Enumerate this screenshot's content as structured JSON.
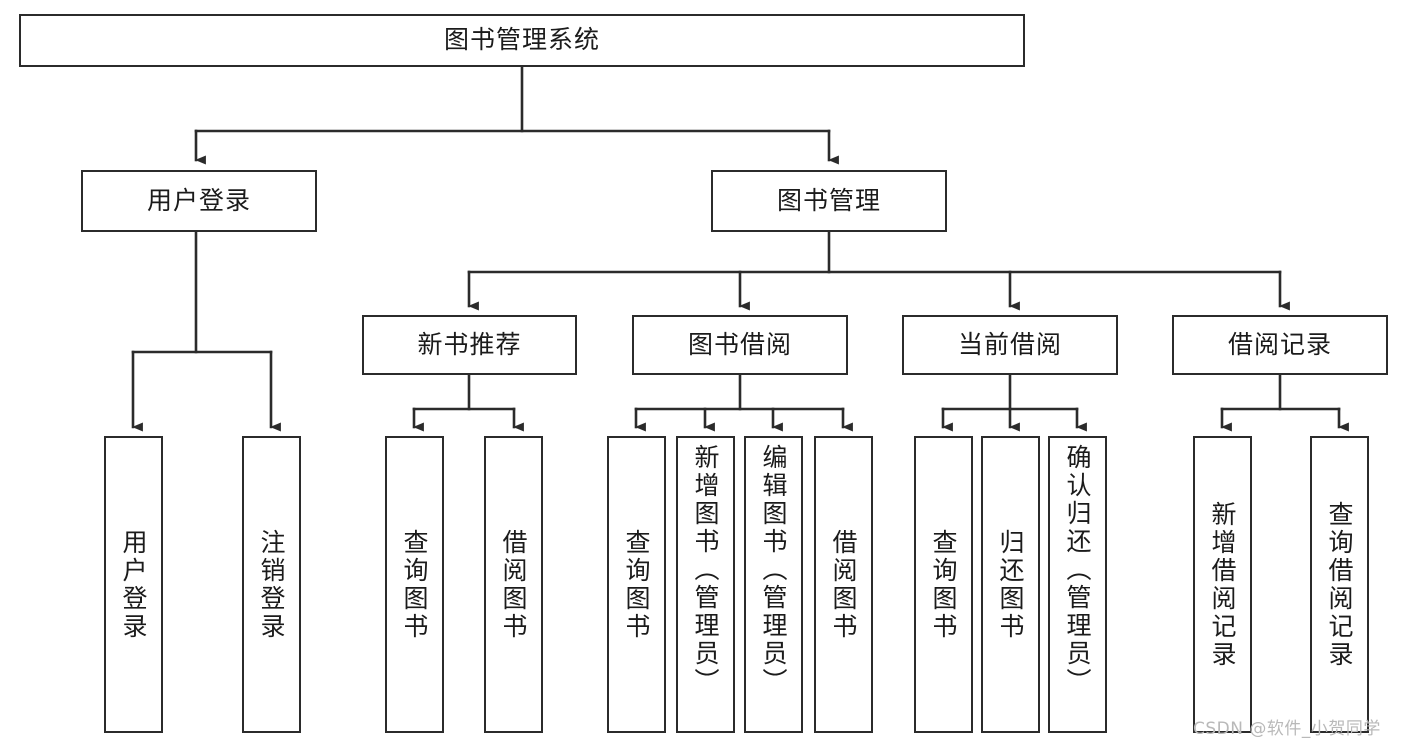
{
  "diagram": {
    "title": "图书管理系统",
    "type": "tree-hierarchy-chart",
    "orientation": "top-down",
    "stroke_color": "#2b2b2b",
    "background_color": "#ffffff",
    "text_color": "#1b1b1b"
  },
  "nodes": {
    "root": {
      "label": "图书管理系统",
      "level": 1
    },
    "level2": [
      {
        "id": "user-login",
        "label": "用户登录"
      },
      {
        "id": "book-management",
        "label": "图书管理"
      }
    ],
    "level3": [
      {
        "id": "new-book-recommend",
        "label": "新书推荐"
      },
      {
        "id": "book-borrow",
        "label": "图书借阅"
      },
      {
        "id": "current-borrow",
        "label": "当前借阅"
      },
      {
        "id": "borrow-record",
        "label": "借阅记录"
      }
    ],
    "leaves": [
      {
        "id": "leaf-user-login",
        "label": "用户登录",
        "parent": "user-login"
      },
      {
        "id": "leaf-logout-login",
        "label": "注销登录",
        "parent": "user-login"
      },
      {
        "id": "leaf-query-book-1",
        "label": "查询图书",
        "parent": "new-book-recommend"
      },
      {
        "id": "leaf-borrow-book-1",
        "label": "借阅图书",
        "parent": "new-book-recommend"
      },
      {
        "id": "leaf-query-book-2",
        "label": "查询图书",
        "parent": "book-borrow"
      },
      {
        "id": "leaf-add-book-admin",
        "label": "新增图书（管理员）",
        "parent": "book-borrow"
      },
      {
        "id": "leaf-edit-book-admin",
        "label": "编辑图书（管理员）",
        "parent": "book-borrow"
      },
      {
        "id": "leaf-borrow-book-2",
        "label": "借阅图书",
        "parent": "book-borrow"
      },
      {
        "id": "leaf-query-book-3",
        "label": "查询图书",
        "parent": "current-borrow"
      },
      {
        "id": "leaf-return-book",
        "label": "归还图书",
        "parent": "current-borrow"
      },
      {
        "id": "leaf-confirm-return-admin",
        "label": "确认归还（管理员）",
        "parent": "current-borrow"
      },
      {
        "id": "leaf-add-borrow-record",
        "label": "新增借阅记录",
        "parent": "borrow-record"
      },
      {
        "id": "leaf-query-borrow-record",
        "label": "查询借阅记录",
        "parent": "borrow-record"
      }
    ]
  },
  "watermark": {
    "text": "CSDN @软件_小贺同学"
  }
}
